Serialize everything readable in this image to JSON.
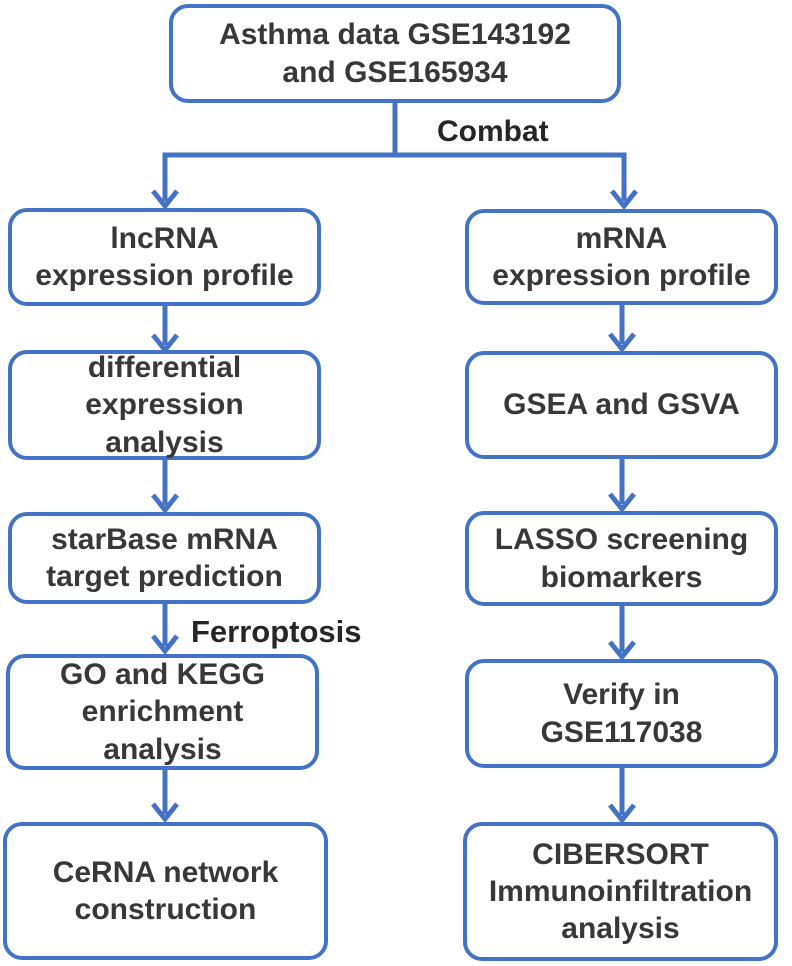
{
  "diagram": {
    "title_box": {
      "label": "Asthma data GSE143192\nand GSE165934"
    },
    "branch_label": "Combat",
    "left_branch": {
      "boxes": [
        {
          "label": "lncRNA\nexpression profile"
        },
        {
          "label": "differential\nexpression\nanalysis"
        },
        {
          "label": "starBase mRNA\ntarget prediction"
        },
        {
          "label": "GO and KEGG\nenrichment\nanalysis"
        },
        {
          "label": "CeRNA network\nconstruction"
        }
      ],
      "edge_label": "Ferroptosis"
    },
    "right_branch": {
      "boxes": [
        {
          "label": "mRNA\nexpression profile"
        },
        {
          "label": "GSEA and GSVA"
        },
        {
          "label": "LASSO screening\nbiomarkers"
        },
        {
          "label": "Verify in\nGSE117038"
        },
        {
          "label": "CIBERSORT\nImmunoinfiltration\nanalysis"
        }
      ]
    },
    "colors": {
      "accent": "#4472C4",
      "text": "#383838",
      "background": "#FFFFFF"
    }
  }
}
